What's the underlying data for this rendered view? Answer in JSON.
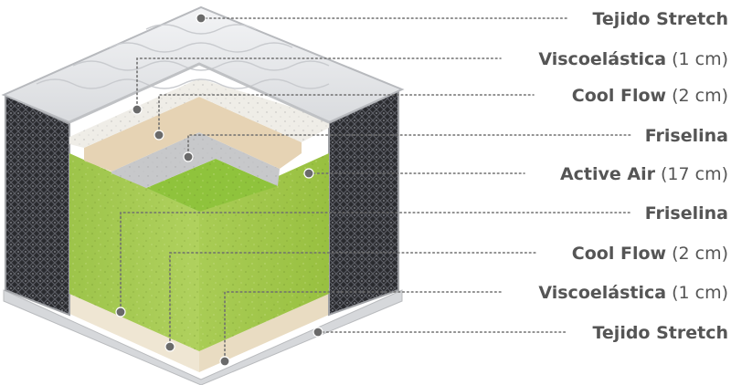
{
  "diagram": {
    "layers": [
      {
        "name": "Tejido Stretch",
        "detail": ""
      },
      {
        "name": "Viscoelástica",
        "detail": "(1 cm)"
      },
      {
        "name": "Cool Flow",
        "detail": "(2 cm)"
      },
      {
        "name": "Friselina",
        "detail": ""
      },
      {
        "name": "Active Air",
        "detail": "(17 cm)"
      },
      {
        "name": "Friselina",
        "detail": ""
      },
      {
        "name": "Cool Flow",
        "detail": "(2 cm)"
      },
      {
        "name": "Viscoelástica",
        "detail": "(1 cm)"
      },
      {
        "name": "Tejido Stretch",
        "detail": ""
      }
    ],
    "colors": {
      "label_text": "#555555",
      "quilt_top": "#e6e7e9",
      "knit_side": "#2b2c30",
      "viscoelastic": "#ece8de",
      "cool_flow": "#e4d2b4",
      "friselina": "#c8c9cb",
      "active_air": "#a4c84c",
      "active_air_top": "#8dc23a"
    }
  }
}
